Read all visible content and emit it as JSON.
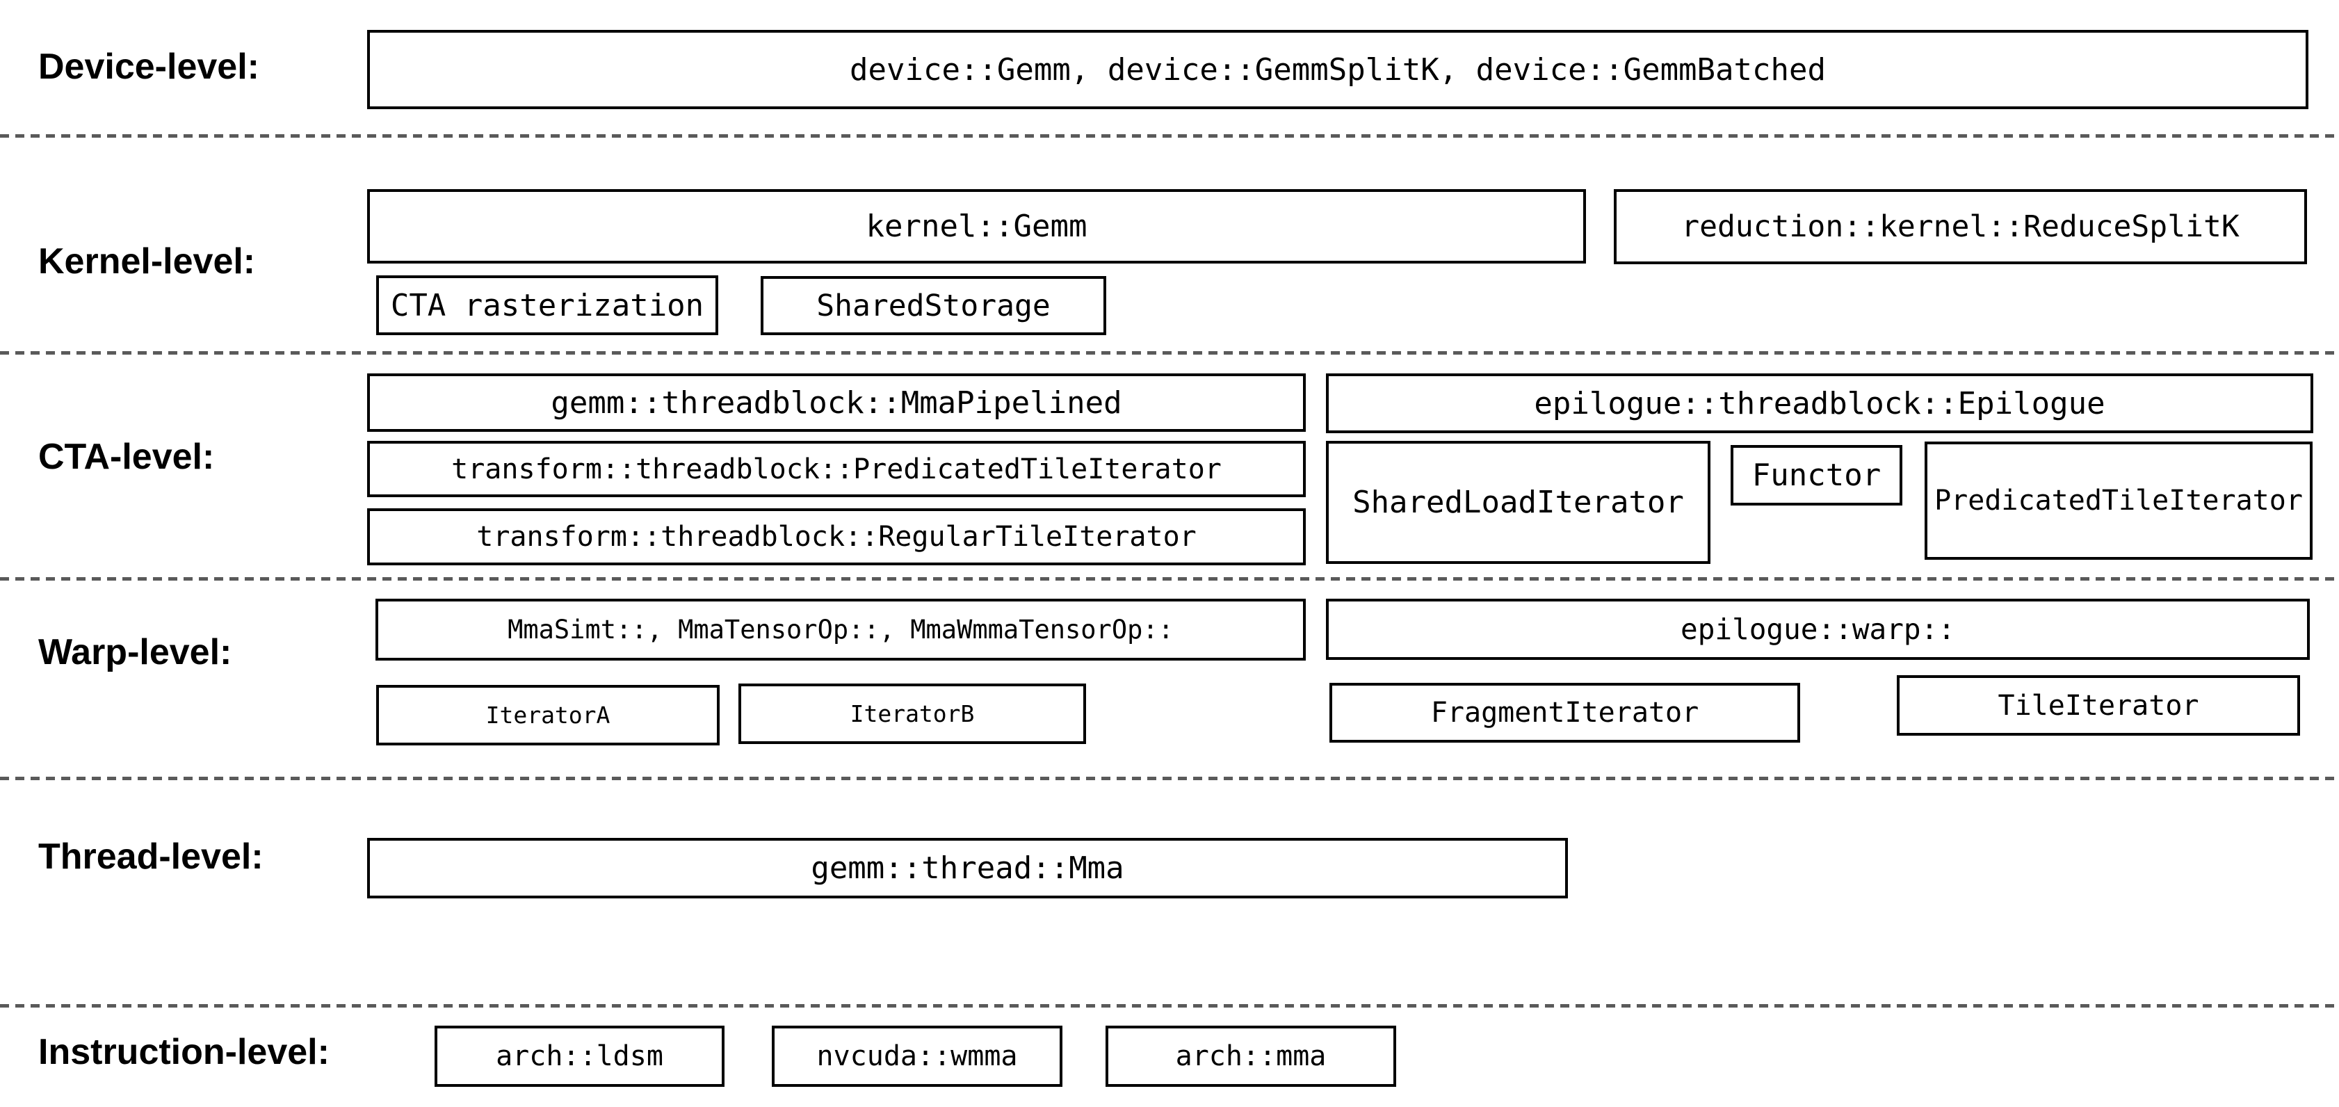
{
  "levels": {
    "device": {
      "label": "Device-level:",
      "main_box": "device::Gemm, device::GemmSplitK, device::GemmBatched"
    },
    "kernel": {
      "label": "Kernel-level:",
      "gemm_box": "kernel::Gemm",
      "reduce_splitk_box": "reduction::kernel::ReduceSplitK",
      "cta_rasterization_box": "CTA rasterization",
      "shared_storage_box": "SharedStorage"
    },
    "cta": {
      "label": "CTA-level:",
      "mma_pipelined_box": "gemm::threadblock::MmaPipelined",
      "predicated_tile_iterator_box": "transform::threadblock::PredicatedTileIterator",
      "regular_tile_iterator_box": "transform::threadblock::RegularTileIterator",
      "epilogue_box": "epilogue::threadblock::Epilogue",
      "shared_load_iterator_box": "SharedLoadIterator",
      "functor_box": "Functor",
      "epilogue_predicated_tile_iterator_box": "PredicatedTileIterator"
    },
    "warp": {
      "label": "Warp-level:",
      "mma_box": "MmaSimt::, MmaTensorOp::, MmaWmmaTensorOp::",
      "epilogue_warp_box": "epilogue::warp::",
      "iterator_a_box": "IteratorA",
      "iterator_b_box": "IteratorB",
      "fragment_iterator_box": "FragmentIterator",
      "tile_iterator_box": "TileIterator"
    },
    "thread": {
      "label": "Thread-level:",
      "mma_box": "gemm::thread::Mma"
    },
    "instruction": {
      "label": "Instruction-level:",
      "arch_ldsm_box": "arch::ldsm",
      "nvcuda_wmma_box": "nvcuda::wmma",
      "arch_mma_box": "arch::mma"
    }
  },
  "colors": {
    "background": "#ffffff",
    "box_border": "#000000",
    "text": "#000000",
    "separator_dash": "#5a5a5a"
  }
}
